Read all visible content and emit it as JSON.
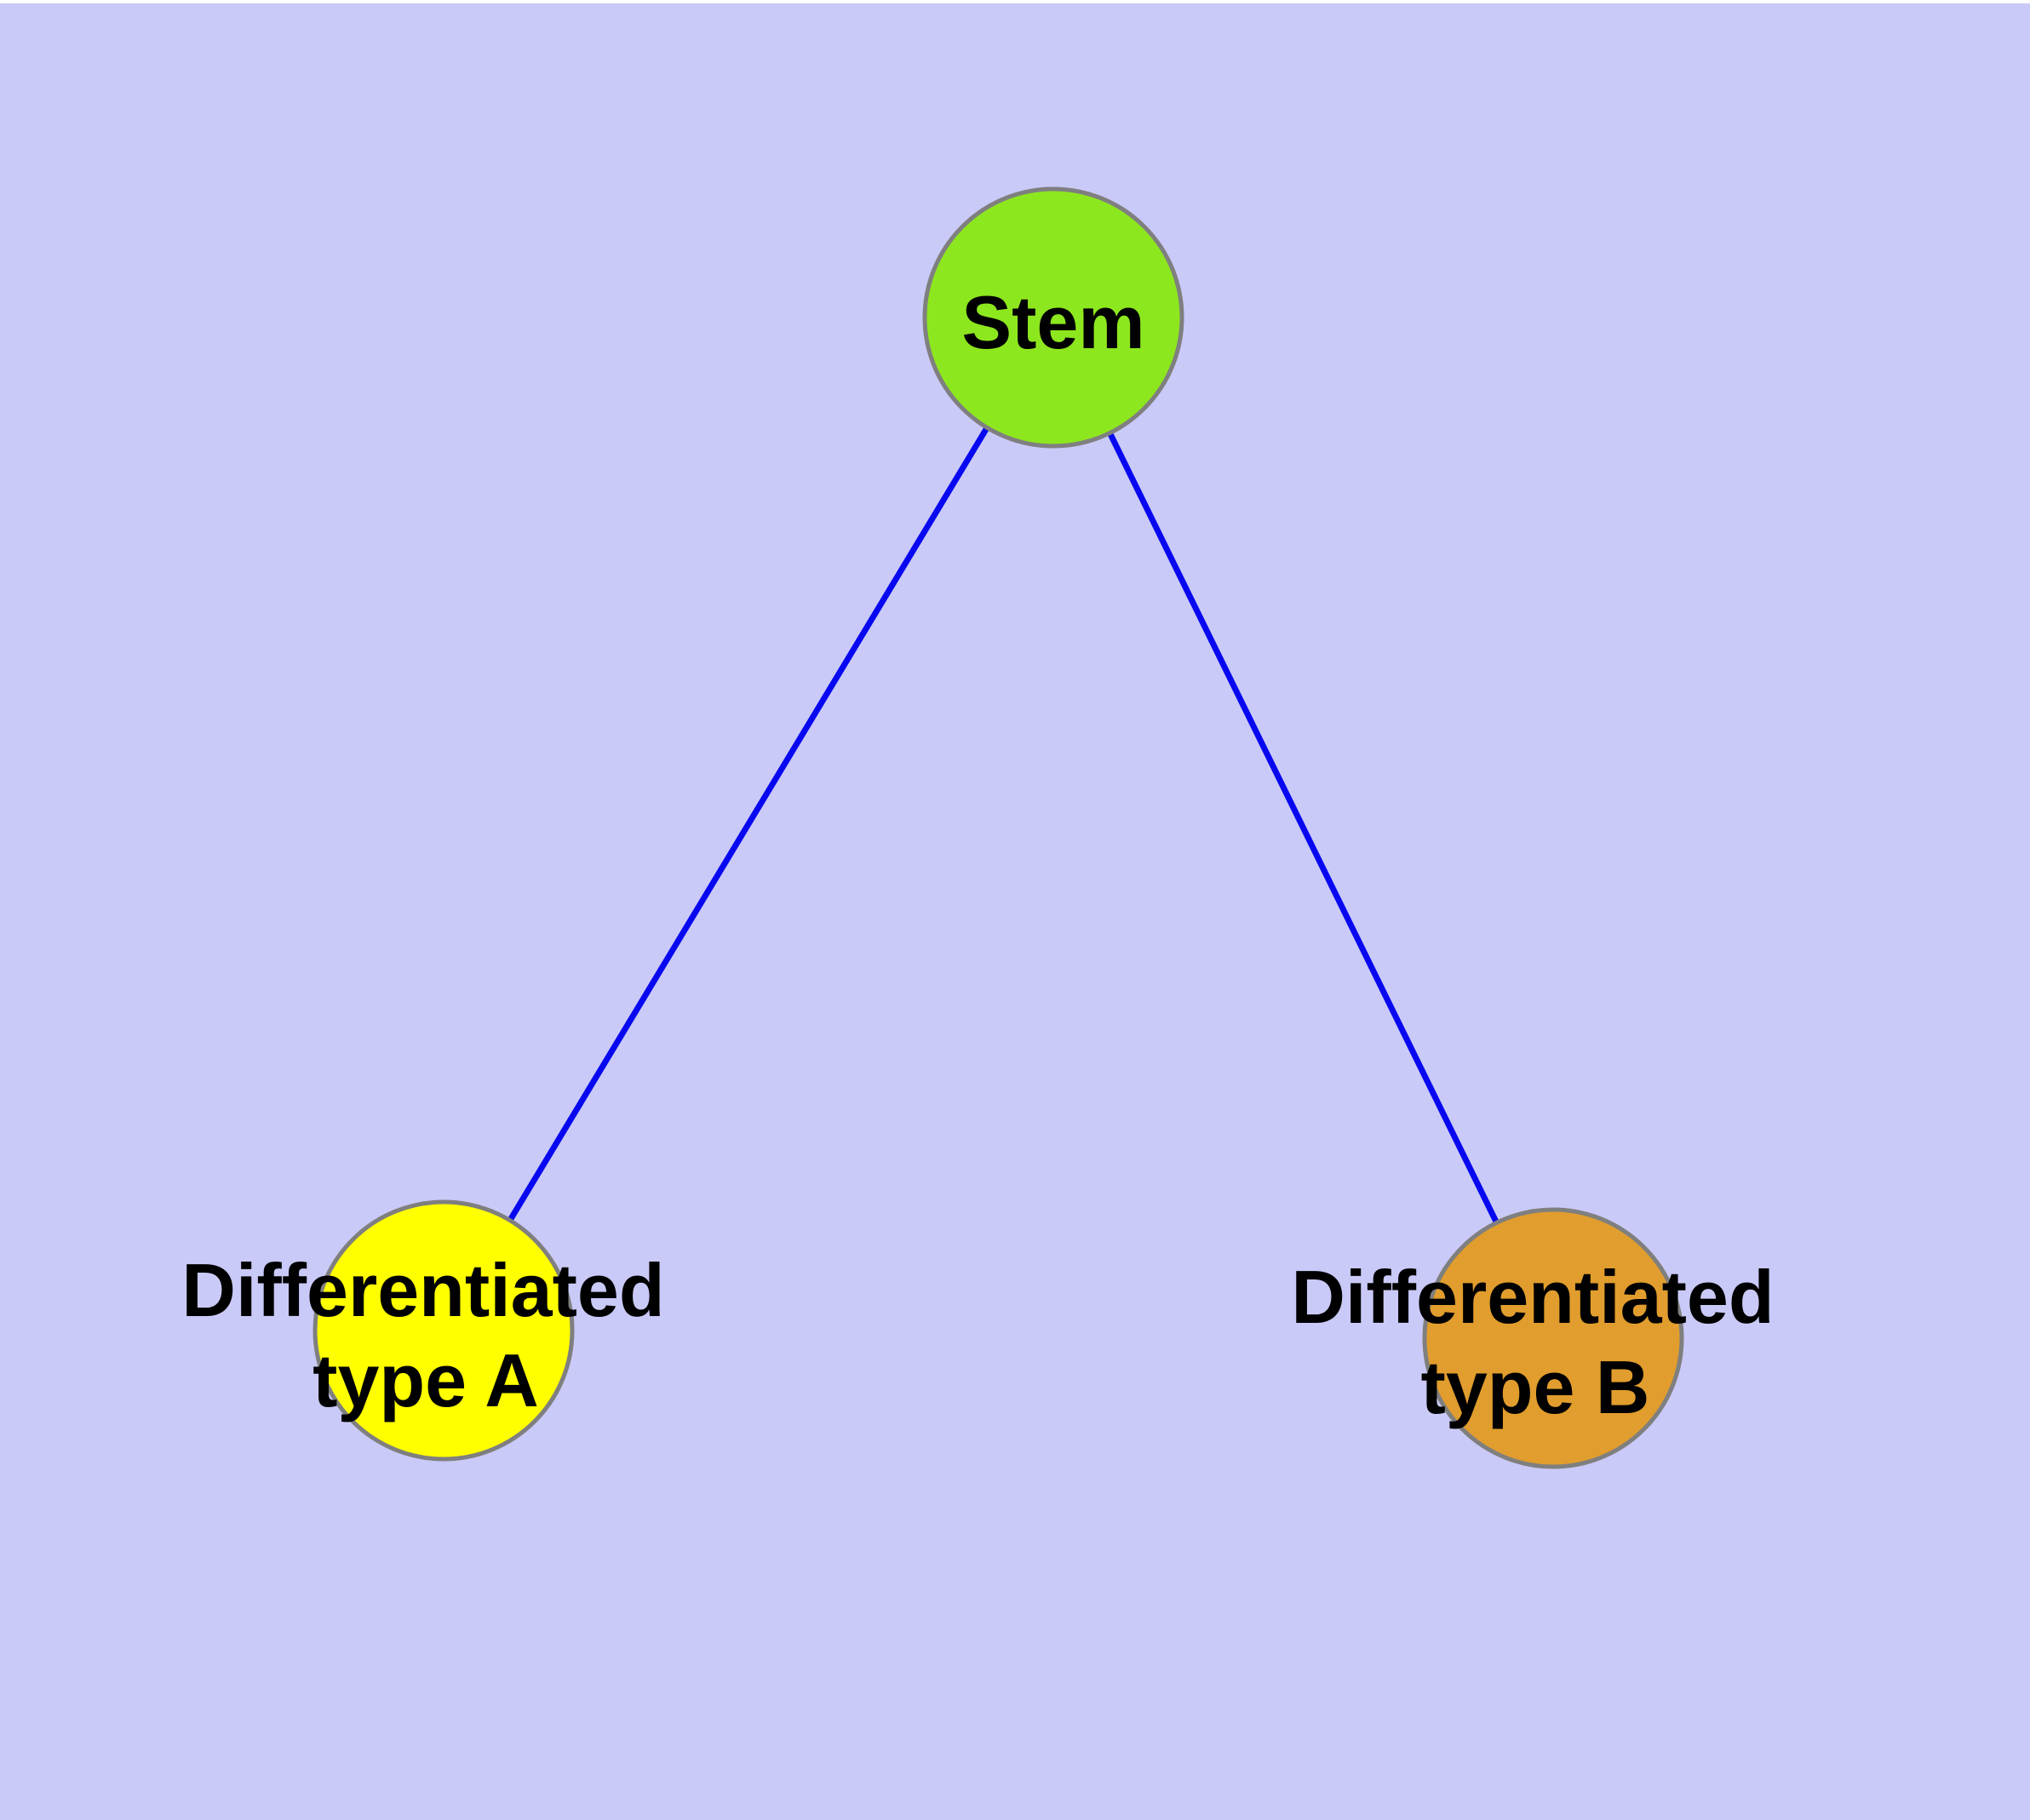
{
  "diagram": {
    "kind": "cell-differentiation-graph",
    "background_color": "#CACAF8",
    "top_strip_color": "#FFFFFF",
    "edge_style": {
      "color": "#0808F0",
      "width": "7"
    },
    "node_border": {
      "color": "#7F7F7F",
      "width": "5"
    },
    "nodes": [
      {
        "id": "stem",
        "label": "Stem",
        "fill": "#8DE71E"
      },
      {
        "id": "differentiated-type-a",
        "label_line1": "Differentiated",
        "label_line2": "type A",
        "fill": "#FFFF00"
      },
      {
        "id": "differentiated-type-b",
        "label_line1": "Differentiated",
        "label_line2": "type B",
        "fill": "#E19D2D"
      }
    ],
    "edges": [
      {
        "from": "Stem",
        "to": "Differentiated type A"
      },
      {
        "from": "Stem",
        "to": "Differentiated type B"
      }
    ]
  }
}
